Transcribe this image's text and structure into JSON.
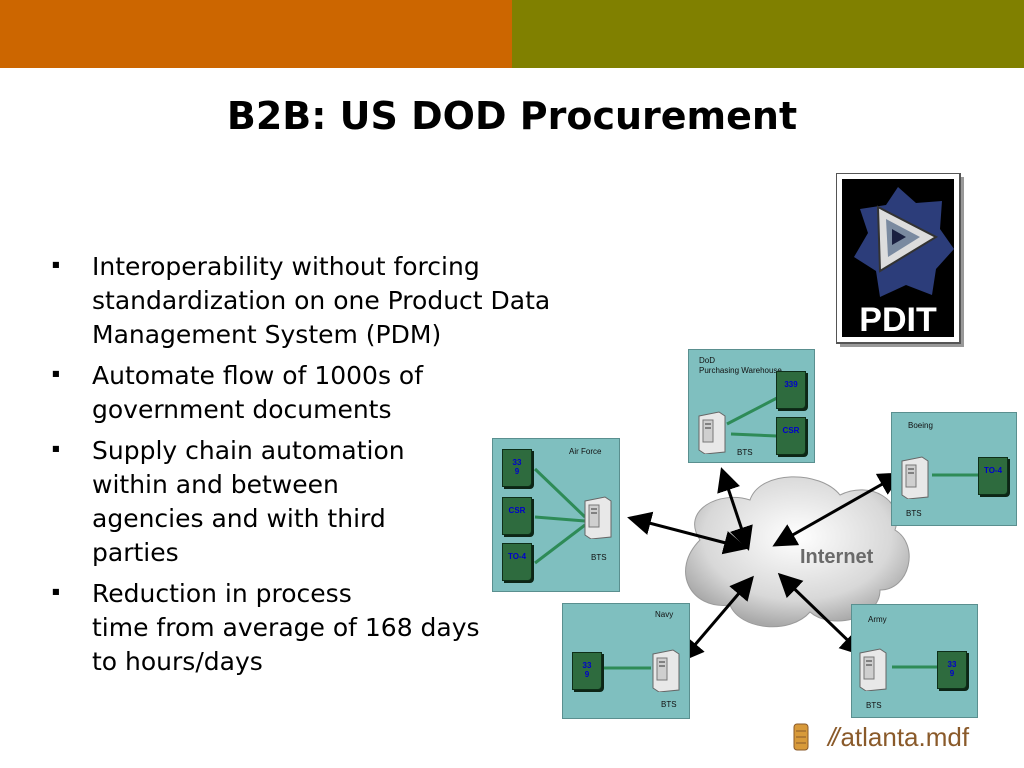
{
  "header": {
    "left_color": "#cc6600",
    "right_color": "#808000"
  },
  "title": "B2B: US DOD Procurement",
  "bullets": [
    "Interoperability without forcing\nstandardization on one Product Data\nManagement System (PDM)",
    "Automate flow of 1000s of\ngovernment documents",
    "Supply chain automation\nwithin and between\nagencies and with third\nparties",
    "Reduction in process\ntime from average of 168 days\nto hours/days"
  ],
  "diagram": {
    "center_label": "Internet",
    "nodes": {
      "dod": {
        "label": "DoD\nPurchasing Warehouse",
        "bts": "BTS",
        "docs": [
          "339",
          "CSR"
        ]
      },
      "air_force": {
        "label": "Air Force",
        "bts": "BTS",
        "docs": [
          "33\n9",
          "CSR",
          "TO-4"
        ]
      },
      "boeing": {
        "label": "Boeing",
        "bts": "BTS",
        "docs": [
          "TO-4"
        ]
      },
      "navy": {
        "label": "Navy",
        "bts": "BTS",
        "docs": [
          "33\n9"
        ]
      },
      "army": {
        "label": "Army",
        "bts": "BTS",
        "docs": [
          "33\n9"
        ]
      }
    }
  },
  "logo": {
    "text": "PDIT"
  },
  "footer": {
    "slashes": "//",
    "brand": "atlanta.mdf"
  }
}
